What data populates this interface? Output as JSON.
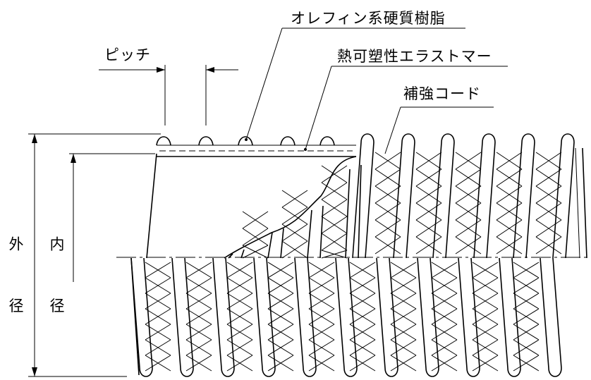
{
  "labels": {
    "pitch": "ピッチ",
    "olefin_resin": "オレフィン系硬質樹脂",
    "thermoplastic_elastomer": "熱可塑性エラストマー",
    "reinforcement_cord": "補強コード",
    "outer_diameter": "外 径",
    "inner_diameter": "内 径"
  }
}
